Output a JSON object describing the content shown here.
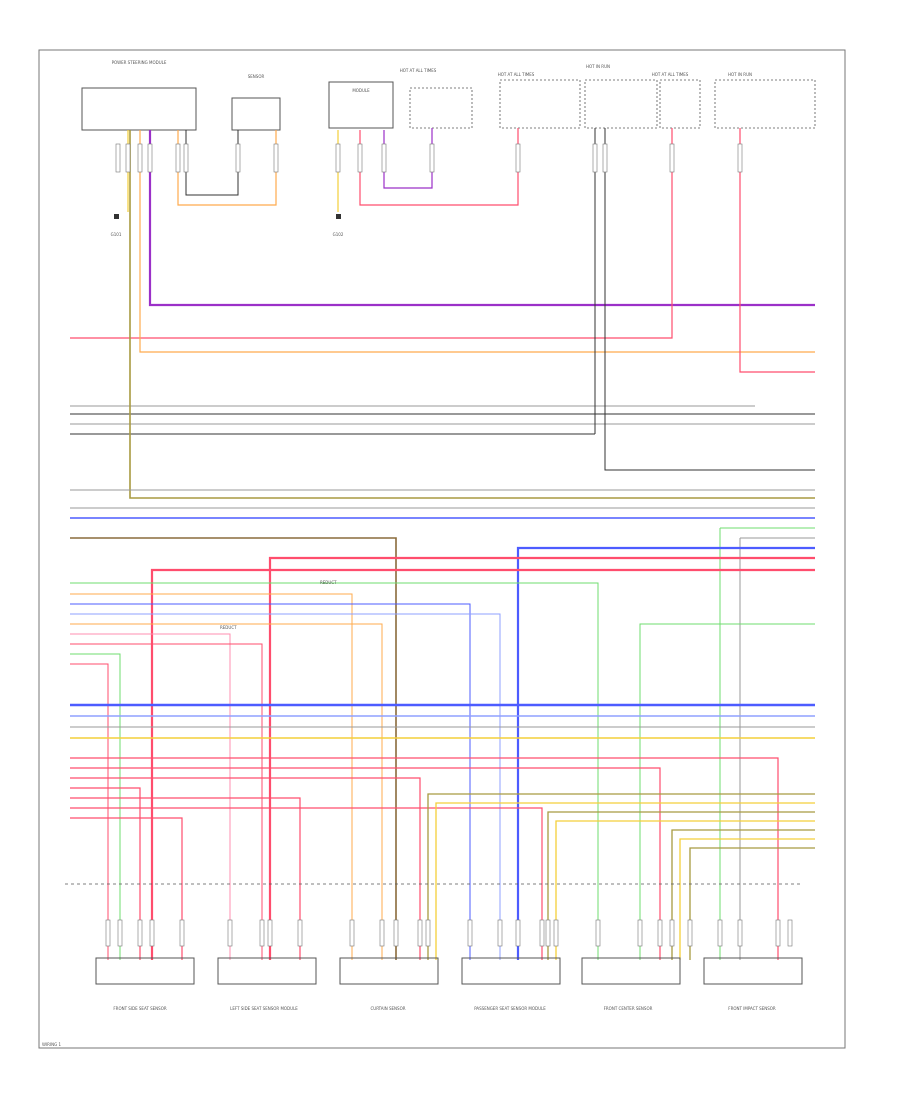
{
  "diagram": {
    "page_label": "WIRING 1",
    "colors": {
      "red": "#ff4d6d",
      "pink": "#ff8fb0",
      "purple": "#9b30c8",
      "orange": "#ffab4d",
      "yellow": "#f4cf3a",
      "gray": "#9a9a9a",
      "black": "#333333",
      "blue": "#4d5cff",
      "lightblue": "#8fa0ff",
      "green": "#6fdc6f",
      "olive": "#a89a40",
      "brown": "#8a6b3b",
      "white": "#c8c8c8"
    },
    "top_components": [
      {
        "id": "c1",
        "label": "POWER STEERING MODULE"
      },
      {
        "id": "c2",
        "label": "SENSOR"
      },
      {
        "id": "c3",
        "label": "MODULE"
      },
      {
        "id": "c4",
        "label": "HOT AT ALL TIMES"
      },
      {
        "id": "c5",
        "label": "HOT AT ALL TIMES"
      },
      {
        "id": "c6",
        "label": "HOT IN RUN"
      },
      {
        "id": "c7",
        "label": "HOT AT ALL TIMES"
      },
      {
        "id": "c8",
        "label": "HOT IN RUN"
      }
    ],
    "ground_labels": [
      "G101",
      "G102"
    ],
    "bottom_components": [
      {
        "id": "b1",
        "label": "FRONT SIDE SEAT SENSOR"
      },
      {
        "id": "b2",
        "label": "LEFT SIDE SEAT SENSOR MODULE"
      },
      {
        "id": "b3",
        "label": "CURTAIN SENSOR"
      },
      {
        "id": "b4",
        "label": "PASSENGER SEAT SENSOR MODULE"
      },
      {
        "id": "b5",
        "label": "FRONT CENTER SENSOR"
      },
      {
        "id": "b6",
        "label": "FRONT IMPACT SENSOR"
      }
    ],
    "mid_labels": [
      "REDUCT",
      "REDUCT"
    ]
  }
}
